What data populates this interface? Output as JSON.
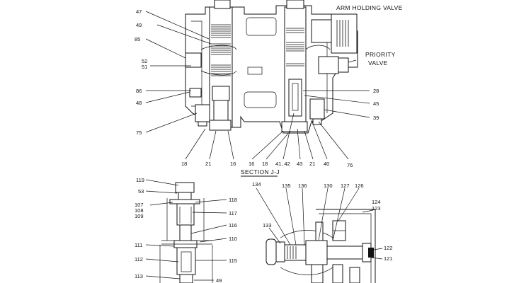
{
  "labels": {
    "arm_holding_valve": "ARM HOLDING VALVE",
    "priority": "PRIORITY",
    "valve": "VALVE",
    "section": "SECTION J-J",
    "n47": "47",
    "n49a": "49",
    "n85": "85",
    "n52": "52",
    "n51": "51",
    "n86": "86",
    "n48": "48",
    "n75": "75",
    "n28": "28",
    "n45": "45",
    "n39": "39",
    "n18a": "18",
    "n21a": "21",
    "n16a": "16",
    "n16b": "16",
    "n18b": "18",
    "n4142": "41, 42",
    "n43": "43",
    "n21b": "21",
    "n40": "40",
    "n76": "76",
    "n119": "119",
    "n53": "53",
    "n107": "107",
    "n108": "108",
    "n109": "109",
    "n118": "118",
    "n117": "117",
    "n116": "116",
    "n110": "110",
    "n111": "111",
    "n112": "112",
    "n115": "115",
    "n113": "113",
    "n49b": "49",
    "n134": "134",
    "n135": "135",
    "n136": "136",
    "n130": "130",
    "n127": "127",
    "n126": "126",
    "n124": "124",
    "n123": "123",
    "n133": "133",
    "n122": "122",
    "n121": "121"
  }
}
